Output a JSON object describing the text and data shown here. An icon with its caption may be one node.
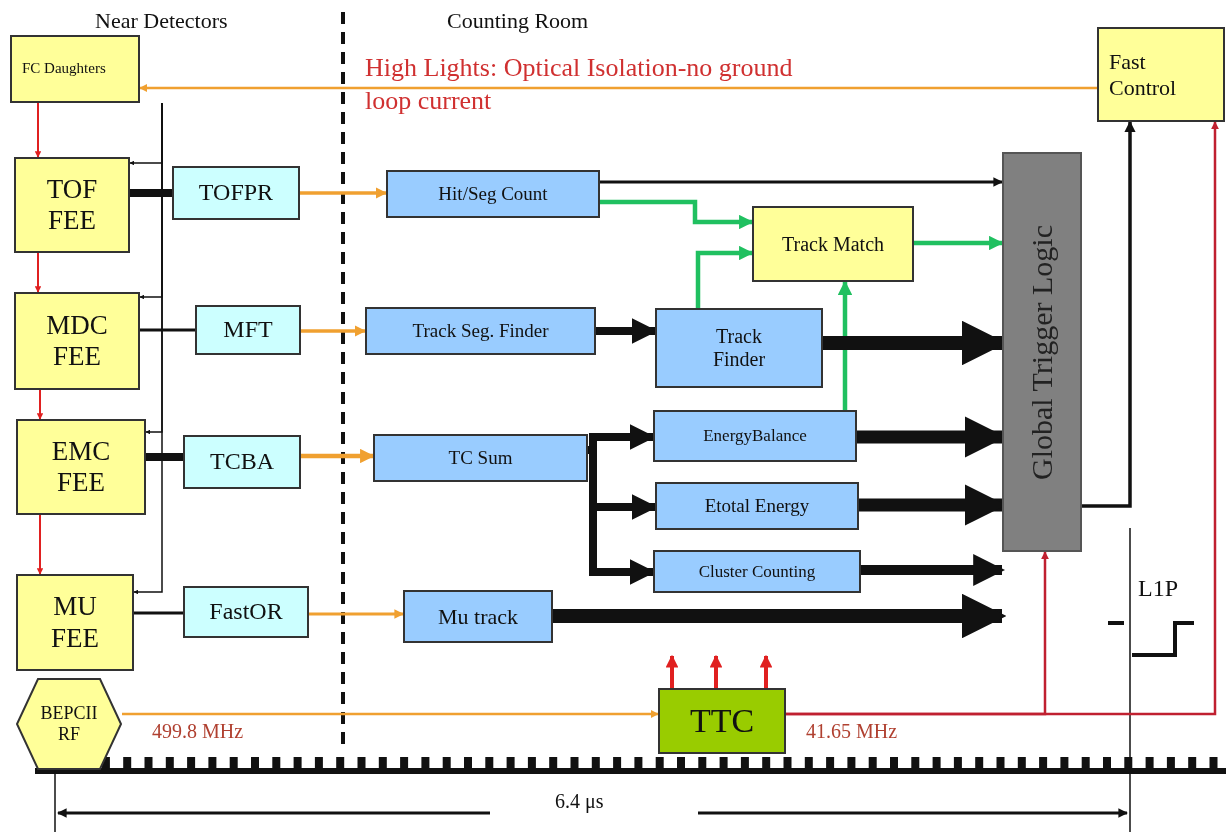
{
  "diagram": {
    "nodes": [
      {
        "text": [
          "FC Daughters"
        ]
      },
      {
        "text": [
          "TOF FEE"
        ]
      },
      {
        "text": [
          "MDC FEE"
        ]
      },
      {
        "text": [
          "EMC FEE"
        ]
      },
      {
        "text": [
          "MU FEE"
        ]
      },
      {
        "text": [
          "BEPCII RF"
        ]
      },
      {
        "text": [
          "TOFPR"
        ]
      },
      {
        "text": [
          "MFT"
        ]
      },
      {
        "text": [
          "TCBA"
        ]
      },
      {
        "text": [
          "FastOR"
        ]
      },
      {
        "text": [
          "Hit/Seg Count"
        ]
      },
      {
        "text": [
          "Track Seg. Finder"
        ]
      },
      {
        "text": [
          "TC Sum"
        ]
      },
      {
        "text": [
          "Mu track"
        ]
      },
      {
        "text": [
          "Track Finder"
        ]
      },
      {
        "text": [
          "Track Match"
        ]
      },
      {
        "text": [
          "EnergyBalance"
        ]
      },
      {
        "text": [
          "Etotal Energy"
        ]
      },
      {
        "text": [
          "Cluster Counting"
        ]
      },
      {
        "text": [
          "Global Trigger Logic"
        ]
      },
      {
        "text": [
          "Fast Control"
        ]
      },
      {
        "text": [
          "TTC"
        ]
      }
    ],
    "edges": [
      {
        "from": 20,
        "to": 0,
        "arrow": "to",
        "color": "#f0a030"
      },
      {
        "from": 0,
        "to": 1,
        "arrow": "to",
        "color": "#e02020"
      },
      {
        "from": 1,
        "to": 2,
        "arrow": "to",
        "color": "#e02020"
      },
      {
        "from": 2,
        "to": 3,
        "arrow": "to",
        "color": "#e02020"
      },
      {
        "from": 3,
        "to": 4,
        "arrow": "to",
        "color": "#e02020"
      },
      {
        "from": 0,
        "to": 1,
        "arrow": "to"
      },
      {
        "from": 0,
        "to": 2,
        "arrow": "to"
      },
      {
        "from": 0,
        "to": 3,
        "arrow": "to"
      },
      {
        "from": 0,
        "to": 4,
        "arrow": "to"
      },
      {
        "from": 6,
        "to": 1,
        "arrow": "none",
        "style": "thick"
      },
      {
        "from": 7,
        "to": 2,
        "arrow": "none"
      },
      {
        "from": 8,
        "to": 3,
        "arrow": "none",
        "style": "thick"
      },
      {
        "from": 9,
        "to": 4,
        "arrow": "none"
      },
      {
        "from": 6,
        "to": 10,
        "arrow": "to",
        "color": "#f0a030"
      },
      {
        "from": 7,
        "to": 11,
        "arrow": "to",
        "color": "#f0a030"
      },
      {
        "from": 8,
        "to": 12,
        "arrow": "to",
        "color": "#f0a030"
      },
      {
        "from": 9,
        "to": 13,
        "arrow": "to",
        "color": "#f0a030"
      },
      {
        "from": 10,
        "to": 19,
        "arrow": "to"
      },
      {
        "from": 10,
        "to": 15,
        "arrow": "to",
        "color": "#20c060"
      },
      {
        "from": 14,
        "to": 15,
        "arrow": "to",
        "color": "#20c060"
      },
      {
        "from": 16,
        "to": 15,
        "arrow": "to",
        "color": "#20c060"
      },
      {
        "from": 15,
        "to": 19,
        "arrow": "to",
        "color": "#20c060"
      },
      {
        "from": 11,
        "to": 14,
        "arrow": "to",
        "style": "thick"
      },
      {
        "from": 14,
        "to": 19,
        "arrow": "to",
        "style": "thick"
      },
      {
        "from": 12,
        "to": 16,
        "arrow": "to",
        "style": "thick"
      },
      {
        "from": 12,
        "to": 17,
        "arrow": "to",
        "style": "thick"
      },
      {
        "from": 12,
        "to": 18,
        "arrow": "to",
        "style": "thick"
      },
      {
        "from": 16,
        "to": 19,
        "arrow": "to",
        "style": "thick"
      },
      {
        "from": 17,
        "to": 19,
        "arrow": "to",
        "style": "thick"
      },
      {
        "from": 18,
        "to": 19,
        "arrow": "to",
        "style": "thick"
      },
      {
        "from": 13,
        "to": 19,
        "arrow": "to",
        "style": "thick"
      },
      {
        "from": 19,
        "to": 20,
        "arrow": "to"
      },
      {
        "from": 5,
        "to": 21,
        "arrow": "to",
        "label": "499.8 MHz",
        "color": "#f0a030"
      },
      {
        "from": 21,
        "to": 20,
        "arrow": "to",
        "label": "41.65 MHz",
        "color": "#c02030"
      },
      {
        "from": 21,
        "to": 19,
        "arrow": "to",
        "color": "#c02030"
      },
      {
        "from": 21,
        "to": null,
        "arrow": "to",
        "color": "#e02020"
      },
      {
        "from": 21,
        "to": null,
        "arrow": "to",
        "color": "#e02020"
      },
      {
        "from": 21,
        "to": null,
        "arrow": "to",
        "color": "#e02020"
      }
    ],
    "labels": [
      "Near Detectors",
      "Counting Room",
      "High Lights: Optical Isolation-no ground loop current",
      "L1P",
      "6.4 μs"
    ]
  }
}
